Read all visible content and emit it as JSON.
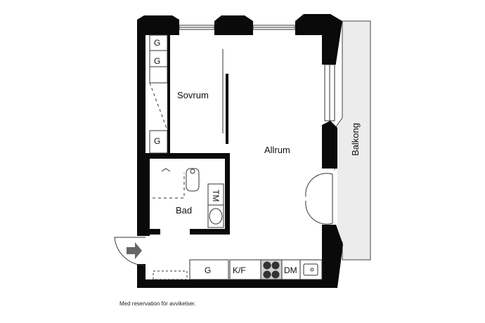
{
  "rooms": {
    "sovrum": "Sovrum",
    "allrum": "Allrum",
    "bad": "Bad",
    "balkong": "Balkong"
  },
  "fixtures": {
    "garderob_1": "G",
    "garderob_2": "G",
    "garderob_3": "G",
    "garderob_kitchen": "G",
    "tvattmaskin": "TM",
    "kyl_frys": "K/F",
    "diskmaskin": "DM"
  },
  "footer_note": "Med reservation för avvikelser.",
  "colors": {
    "wall": "#0a0a0a",
    "balcony_fill": "#ececec",
    "line": "#222222"
  }
}
